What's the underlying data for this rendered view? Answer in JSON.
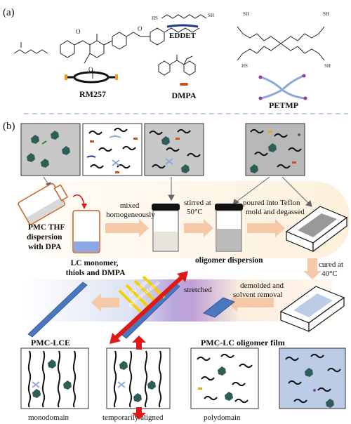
{
  "panel_a": {
    "label": "(a)",
    "rm257": "RM257",
    "eddet": "EDDET",
    "dmpa": "DMPA",
    "petmp": "PETMP",
    "sh": "SH",
    "hs": "HS",
    "o": "O"
  },
  "panel_b": {
    "label": "(b)",
    "pmc_dispersion": [
      "PMC THF",
      "dispersion",
      "with DPA"
    ],
    "lc_monomer": [
      "LC monomer,",
      "thiols and DMPA"
    ],
    "mixed": [
      "mixed",
      "homogeneously"
    ],
    "stirred": [
      "stirred at",
      "50°C"
    ],
    "poured": [
      "poured into  Teflon",
      "mold and degassed"
    ],
    "oligomer_dispersion": "oligomer dispersion",
    "cured": [
      "cured at",
      "40°C"
    ],
    "demolded": [
      "demolded and",
      "solvent removal"
    ],
    "stretched": "stretched",
    "uv": [
      "UV light",
      "polymerization"
    ],
    "pmc_lce": "PMC-LCE",
    "oligomer_film": "PMC-LC oligomer film",
    "monodomain": "monodomain",
    "temporarily": "temporarily  aligned",
    "polydomain": "polydomain"
  },
  "colors": {
    "rm257_black": "#111111",
    "rm257_end": "#e8a01e",
    "petmp_arm": "#8ea8d8",
    "petmp_end": "#8a3d9a",
    "dmpa": "#c8561a",
    "arrow": "#f5c8a8",
    "film_blue": "#4a78c0",
    "red_arrow": "#e01818",
    "sheet_gray": "#c8c8c8",
    "sheet_blue": "#bccbe6",
    "bottle_outline": "#c86020",
    "dashed": "#8fb0e6"
  }
}
